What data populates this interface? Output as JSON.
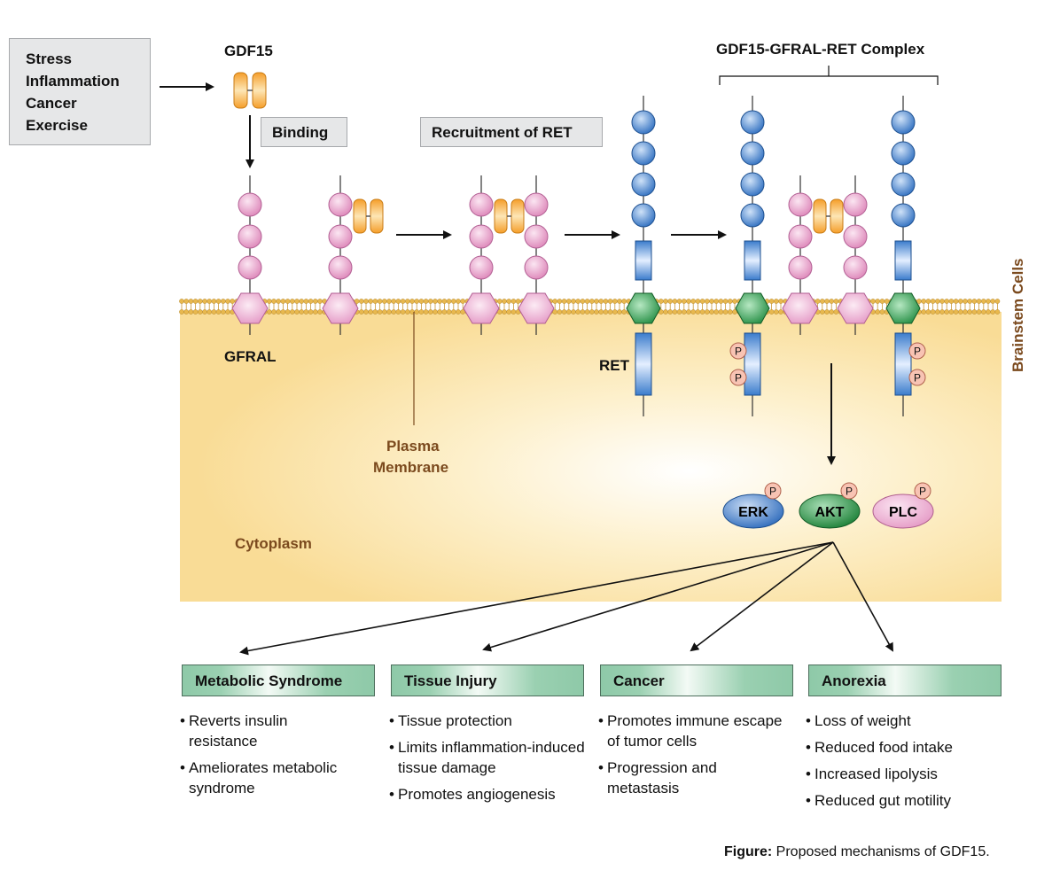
{
  "stimuli": [
    "Stress",
    "Inflammation",
    "Cancer",
    "Exercise"
  ],
  "labels": {
    "gdf15": "GDF15",
    "binding": "Binding",
    "recruitment": "Recruitment of RET",
    "complex": "GDF15-GFRAL-RET Complex",
    "gfral": "GFRAL",
    "ret": "RET",
    "plasma_membrane": [
      "Plasma",
      "Membrane"
    ],
    "cytoplasm": "Cytoplasm",
    "brainstem": "Brainstem Cells",
    "phospho": "P"
  },
  "kinases": [
    "ERK",
    "AKT",
    "PLC"
  ],
  "effects": [
    {
      "title": "Metabolic Syndrome",
      "items": [
        "Reverts insulin resistance",
        "Ameliorates metabolic syndrome"
      ]
    },
    {
      "title": "Tissue Injury",
      "items": [
        "Tissue protection",
        "Limits inflammation-induced tissue damage",
        "Promotes angiogenesis"
      ]
    },
    {
      "title": "Cancer",
      "items": [
        "Promotes immune escape of tumor cells",
        "Progression and metastasis"
      ]
    },
    {
      "title": "Anorexia",
      "items": [
        "Loss of weight",
        "Reduced food intake",
        "Increased lipolysis",
        "Reduced gut motility"
      ]
    }
  ],
  "caption": {
    "bold": "Figure:",
    "text": " Proposed mechanisms of GDF15."
  },
  "colors": {
    "cytoplasm": "#fbe3a4",
    "gfral": "#f0b5d6",
    "ret_domain": "#3c7fc9",
    "ret_kinase": "#2f9a4b",
    "gdf15": "#f4b23c",
    "phospho": "#f6b7a6",
    "effect_box": "#8ec9a8"
  }
}
